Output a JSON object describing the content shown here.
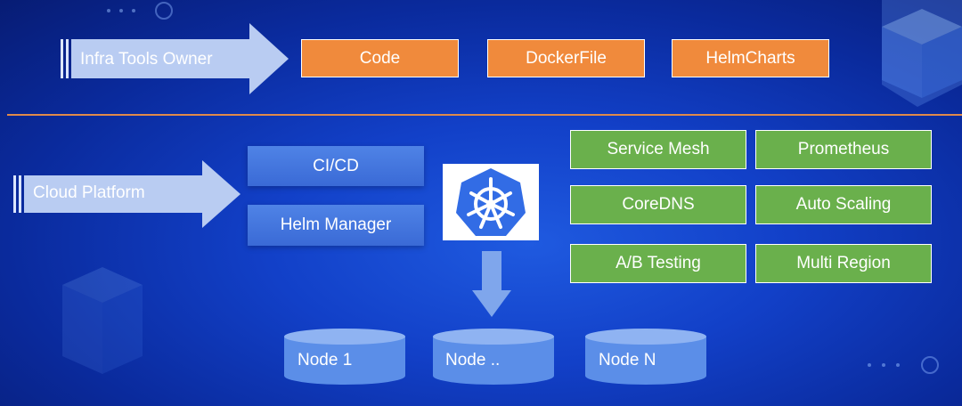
{
  "top": {
    "arrow_label": "Infra Tools Owner",
    "boxes": [
      "Code",
      "DockerFile",
      "HelmCharts"
    ]
  },
  "bottom": {
    "arrow_label": "Cloud Platform",
    "buttons": [
      "CI/CD",
      "Helm Manager"
    ],
    "features": [
      "Service Mesh",
      "Prometheus",
      "CoreDNS",
      "Auto Scaling",
      "A/B Testing",
      "Multi Region"
    ],
    "nodes": [
      "Node 1",
      "Node ..",
      "Node N"
    ]
  },
  "colors": {
    "orange": "#f08a3c",
    "green": "#6ab04c",
    "divider": "#e08a4a",
    "kubernetes_blue": "#326ce5"
  }
}
